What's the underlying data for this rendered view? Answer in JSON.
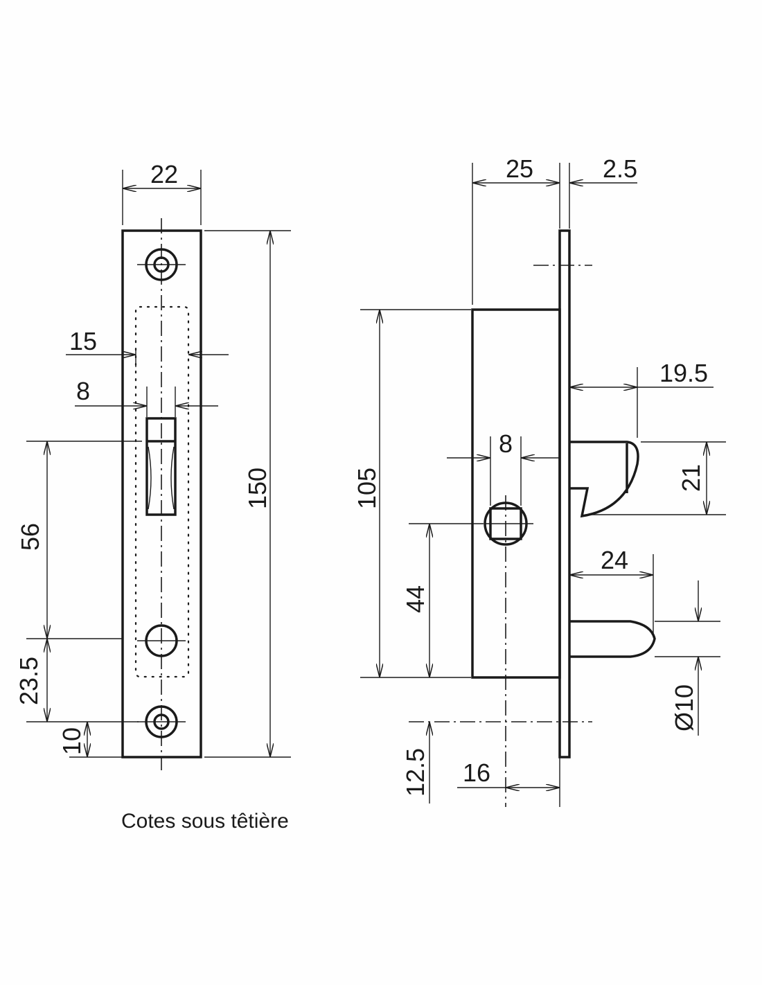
{
  "left_view": {
    "dims": {
      "width": "22",
      "height": "150",
      "opening": "15",
      "latch": "8",
      "d56": "56",
      "d23_5": "23.5",
      "d10": "10"
    },
    "caption": "Cotes  sous têtière"
  },
  "right_view": {
    "dims": {
      "depth": "25",
      "faceplate": "2.5",
      "latch_throw": "19.5",
      "spindle": "8",
      "body_height": "105",
      "latch_height": "21",
      "bolt_throw": "24",
      "spindle_height": "44",
      "bolt_diameter": "Ø10",
      "bottom": "12.5",
      "backset": "16"
    }
  }
}
